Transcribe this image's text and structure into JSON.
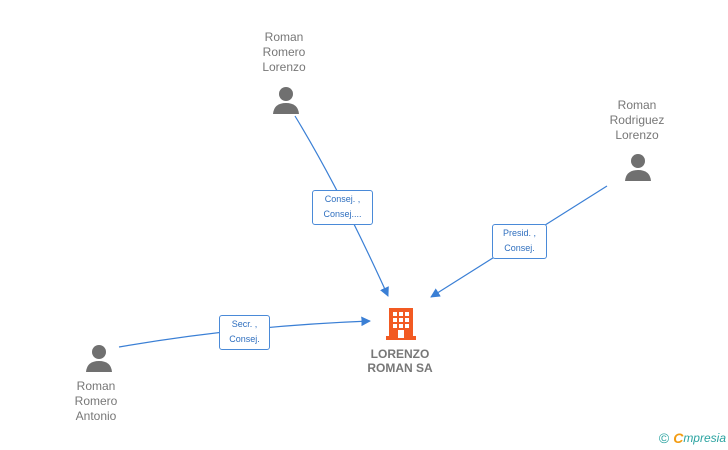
{
  "persons": [
    {
      "id": "romero-lorenzo",
      "name": "Roman\nRomero\nLorenzo"
    },
    {
      "id": "rodriguez-lorenzo",
      "name": "Roman\nRodriguez\nLorenzo"
    },
    {
      "id": "romero-antonio",
      "name": "Roman\nRomero\nAntonio"
    }
  ],
  "company": {
    "name": "LORENZO\nROMAN SA"
  },
  "relations": [
    {
      "from": "romero-lorenzo",
      "role_line1": "Consej. ,",
      "role_line2": "Consej...."
    },
    {
      "from": "rodriguez-lorenzo",
      "role_line1": "Presid. ,",
      "role_line2": "Consej."
    },
    {
      "from": "romero-antonio",
      "role_line1": "Secr. ,",
      "role_line2": "Consej."
    }
  ],
  "colors": {
    "edge": "#3a7fd5",
    "person_icon": "#707070",
    "company_icon": "#f25a22",
    "text": "#777777"
  },
  "footer": {
    "copyright_symbol": "©",
    "brand_first": "C",
    "brand_rest": "mpresia"
  }
}
